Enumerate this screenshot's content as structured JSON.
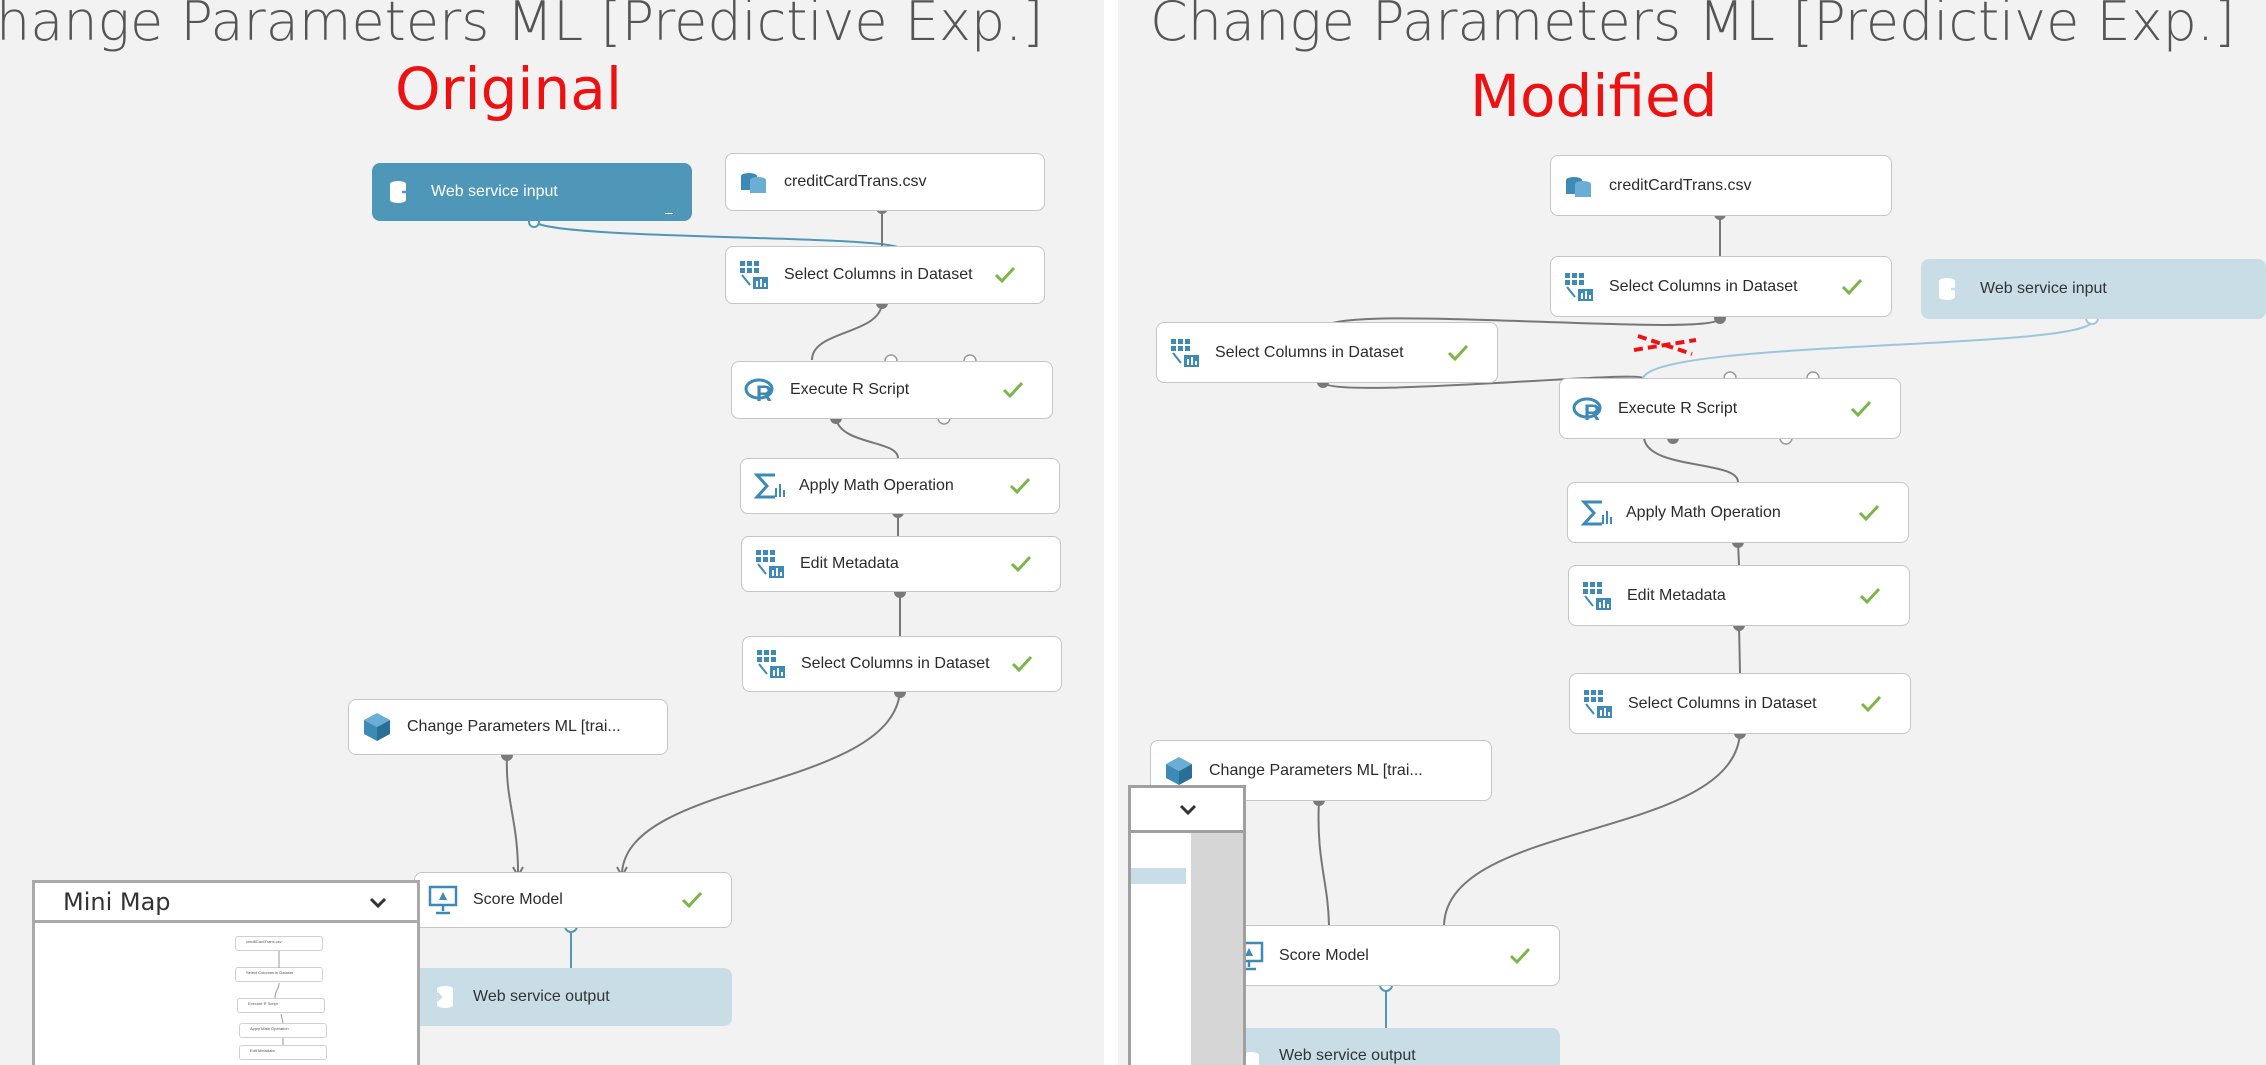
{
  "left": {
    "title": "hange Parameters ML  [Predictive Exp.]",
    "label": "Original",
    "nodes": {
      "web_service_input": "Web service input",
      "credit_csv": "creditCardTrans.csv",
      "select_columns_1": "Select Columns in Dataset",
      "execute_r": "Execute R Script",
      "apply_math": "Apply Math Operation",
      "edit_metadata": "Edit Metadata",
      "select_columns_2": "Select Columns in Dataset",
      "change_params": "Change Parameters ML [trai...",
      "score_model": "Score Model",
      "web_service_output": "Web service output"
    },
    "minimap": {
      "title": "Mini Map",
      "items": [
        "creditCardTrans.csv",
        "Select Columns in Dataset",
        "Execute R Script",
        "Apply Math Operation",
        "Edit Metadata"
      ]
    }
  },
  "right": {
    "title": "Change Parameters ML [Predictive Exp.]",
    "label": "Modified",
    "nodes": {
      "credit_csv": "creditCardTrans.csv",
      "select_columns_1": "Select Columns in Dataset",
      "web_service_input": "Web service input",
      "select_columns_new": "Select Columns in Dataset",
      "execute_r": "Execute R Script",
      "apply_math": "Apply Math Operation",
      "edit_metadata": "Edit Metadata",
      "select_columns_2": "Select Columns in Dataset",
      "change_params": "Change Parameters ML [trai...",
      "score_model": "Score Model",
      "web_service_output": "Web service output"
    }
  },
  "colors": {
    "accent_blue": "#4f97b8",
    "pale_blue": "#c9dde6",
    "check_green": "#7ab648",
    "label_red": "#ee1111",
    "canvas_bg": "#f2f2f2"
  },
  "icons": [
    "dataset-icon",
    "table-columns-icon",
    "r-script-icon",
    "sigma-icon",
    "web-service-input-icon",
    "cube-model-icon",
    "score-model-icon",
    "web-service-output-icon",
    "check-icon",
    "chevron-down-icon"
  ]
}
